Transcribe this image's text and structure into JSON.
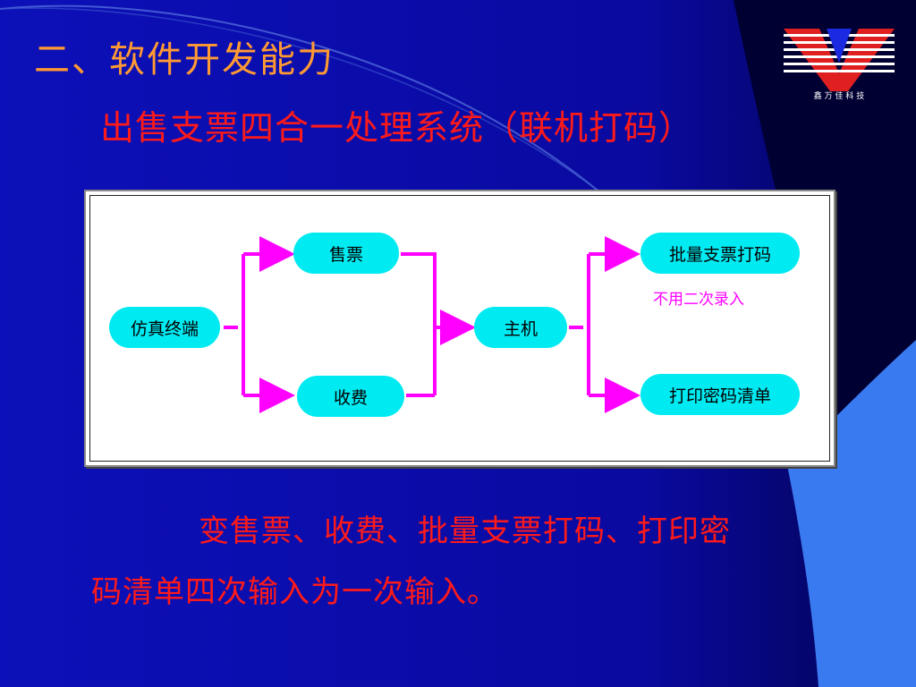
{
  "slide": {
    "title": "二、软件开发能力",
    "subtitle": "出售支票四合一处理系统（联机打码）",
    "logo_text": "鑫 万 佳 科 技"
  },
  "diagram": {
    "nodes": {
      "terminal": "仿真终端",
      "sell": "售票",
      "fee": "收费",
      "host": "主机",
      "batch_print": "批量支票打码",
      "password_list": "打印密码清单"
    },
    "note": "不用二次录入"
  },
  "paragraph": {
    "line1": "变售票、收费、批量支票打码、打印密",
    "line2": "码清单四次输入为一次输入。"
  },
  "colors": {
    "background": "#0a0aa8",
    "node_fill": "#00eaf2",
    "connector": "#ff00ff",
    "title": "#ff9933",
    "red_text": "#ff1a1a"
  }
}
